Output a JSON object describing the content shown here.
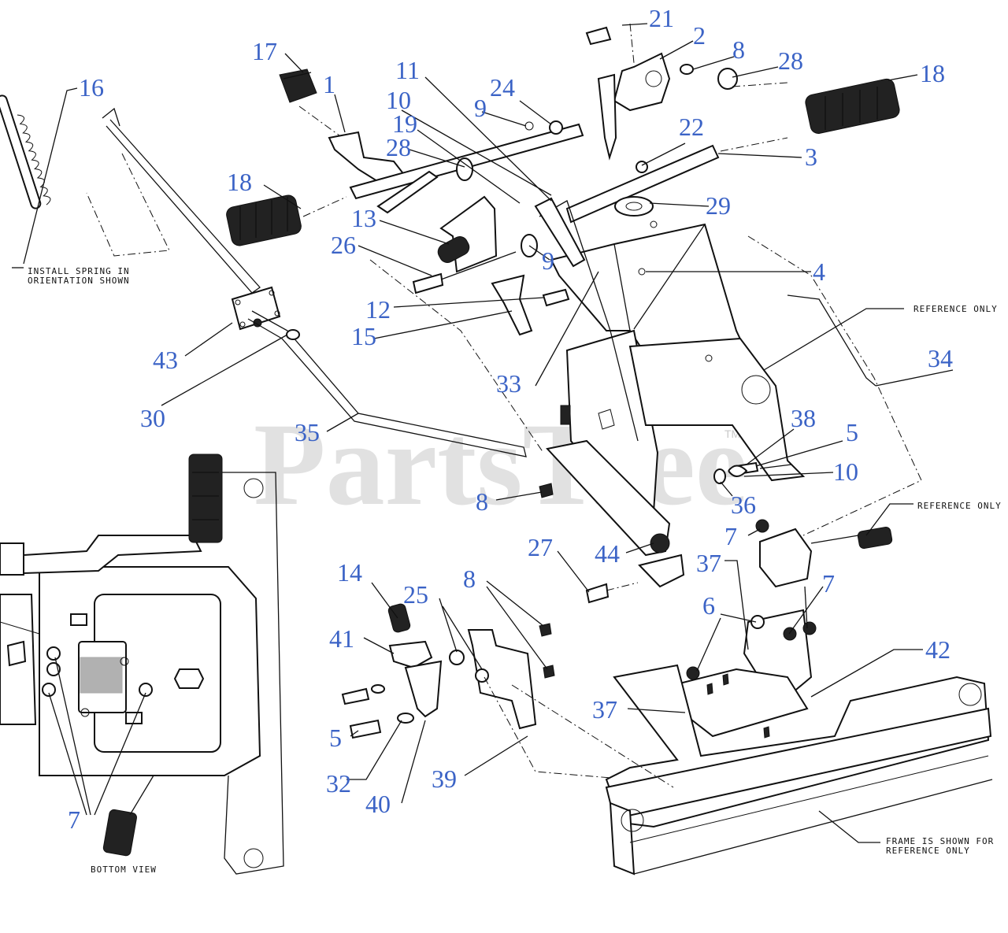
{
  "watermark": {
    "text": "PartsTree",
    "trademark": "TM"
  },
  "notes": {
    "install_spring_1": "INSTALL SPRING IN",
    "install_spring_2": "ORIENTATION SHOWN",
    "reference_only_1": "REFERENCE ONLY",
    "reference_only_2": "REFERENCE ONLY",
    "frame_1": "FRAME IS SHOWN FOR",
    "frame_2": "REFERENCE ONLY",
    "bottom_view": "BOTTOM VIEW"
  },
  "callouts": [
    "21",
    "2",
    "8",
    "28",
    "18",
    "17",
    "1",
    "16",
    "11",
    "24",
    "10",
    "9",
    "19",
    "22",
    "3",
    "28",
    "29",
    "18",
    "13",
    "9",
    "26",
    "4",
    "12",
    "15",
    "43",
    "33",
    "34",
    "30",
    "35",
    "38",
    "5",
    "10",
    "36",
    "8",
    "7",
    "27",
    "44",
    "37",
    "7",
    "14",
    "25",
    "8",
    "6",
    "41",
    "42",
    "37",
    "5",
    "32",
    "39",
    "40",
    "7"
  ]
}
